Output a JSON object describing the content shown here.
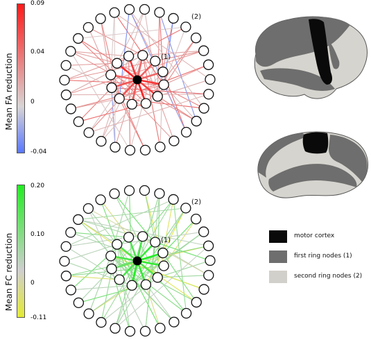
{
  "top_panel": {
    "colorbar_label": "Mean FA reduction",
    "ticks": [
      "0.09",
      "0.04",
      "0",
      "-0.04"
    ],
    "tick_values": [
      0.09,
      0.04,
      0,
      -0.04
    ],
    "range": [
      -0.04,
      0.09
    ],
    "colors": {
      "max": "#ff1a1a",
      "mid": "#d8d4d4",
      "min": "#5a78ff"
    },
    "ring1_marker": "(1)",
    "ring2_marker": "(2)"
  },
  "bottom_panel": {
    "colorbar_label": "Mean FC reduction",
    "ticks": [
      "0.20",
      "0.10",
      "0",
      "-0.11"
    ],
    "tick_values": [
      0.2,
      0.1,
      0,
      -0.11
    ],
    "range": [
      -0.11,
      0.2
    ],
    "colors": {
      "max": "#22ee22",
      "mid": "#cfcfcf",
      "min": "#e4ea33"
    },
    "ring1_marker": "(1)",
    "ring2_marker": "(2)"
  },
  "legend": {
    "items": [
      {
        "label": "motor cortex",
        "color": "#0a0a0a"
      },
      {
        "label": "first ring nodes (1)",
        "color": "#6e6e6e"
      },
      {
        "label": "second ring nodes (2)",
        "color": "#d2d0ca"
      }
    ]
  },
  "brain_colors": {
    "outline": "#555555",
    "base": "#d6d4ce",
    "ring1": "#6e6e6e",
    "motor": "#0a0a0a"
  }
}
